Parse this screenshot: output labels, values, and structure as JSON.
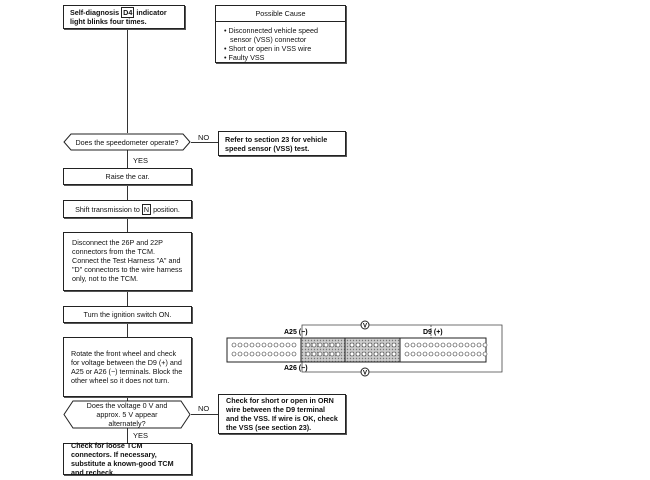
{
  "start": {
    "text_before": "Self-diagnosis",
    "indicator": "D4",
    "text_after": "indicator light blinks four times."
  },
  "possible_cause": {
    "title": "Possible Cause",
    "items": [
      "Disconnected vehicle speed sensor (VSS) connector",
      "Short or open in VSS wire",
      "Faulty VSS"
    ]
  },
  "q1": {
    "text": "Does the speedometer operate?",
    "no": "NO",
    "yes": "YES",
    "no_action": "Refer to section 23 for vehicle speed sensor (VSS) test."
  },
  "step_raise": "Raise the car.",
  "step_shift": {
    "before": "Shift transmission to",
    "gear": "N",
    "after": "position."
  },
  "step_disconnect": "Disconnect the 26P and 22P connectors from the TCM. Connect the Test Harness \"A\" and \"D\" connectors to the wire harness only, not to the TCM.",
  "step_ignition": "Turn the ignition switch ON.",
  "step_rotate": "Rotate the front wheel and check for voltage between the D9 (+) and A25 or A26 (−) terminals. Block the other wheel so it does not turn.",
  "q2": {
    "text": "Does the voltage 0 V and approx. 5 V appear alternately?",
    "no": "NO",
    "yes": "YES",
    "no_action": "Check for short or open in ORN wire between the D9 terminal and the VSS. If wire is OK, check the VSS (see section 23)."
  },
  "step_final": "Check for loose TCM connectors. If necessary, substitute a known-good TCM and recheck.",
  "connector": {
    "a25": "A25 (−)",
    "a26": "A26 (−)",
    "d9": "D9 (+)",
    "meter": "V"
  }
}
